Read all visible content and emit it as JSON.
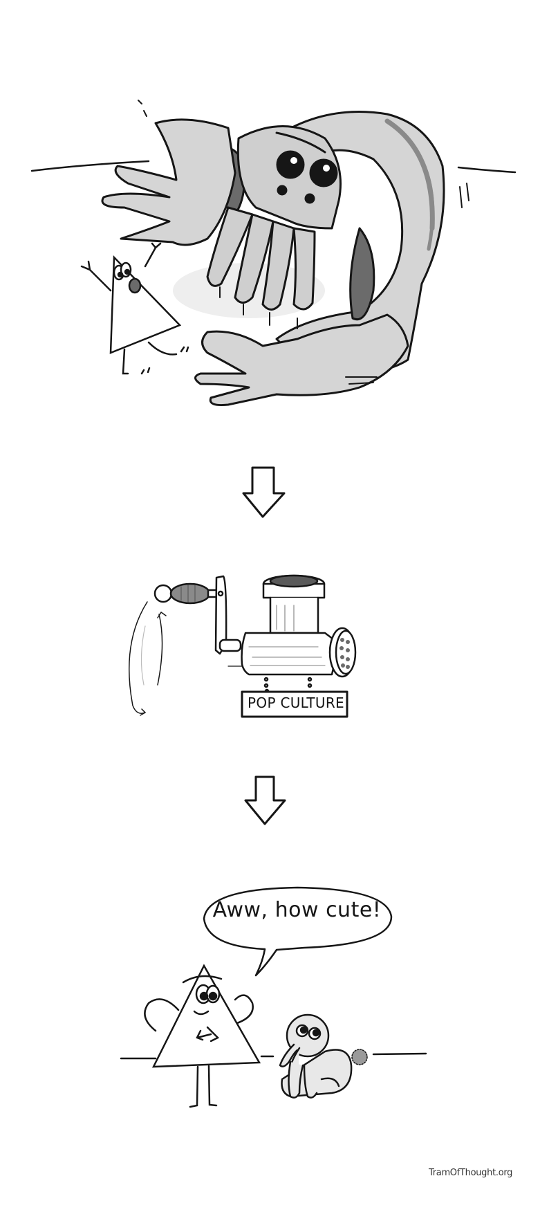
{
  "comic": {
    "panels": [
      {
        "id": "monster",
        "description": "Scared triangle character fleeing a giant drooling tentacled monster"
      },
      {
        "id": "grinder",
        "label": "POP CULTURE"
      },
      {
        "id": "cute",
        "speech": "Aww, how cute!"
      }
    ],
    "arrows": [
      {
        "direction": "down"
      },
      {
        "direction": "down"
      }
    ],
    "signature": "TramOfThought.org"
  },
  "colors": {
    "background": "#ffffff",
    "ink": "#161616",
    "light_gray": "#d9d9d9",
    "mid_gray": "#a8a8a8",
    "dark_gray": "#6b6b6b"
  }
}
